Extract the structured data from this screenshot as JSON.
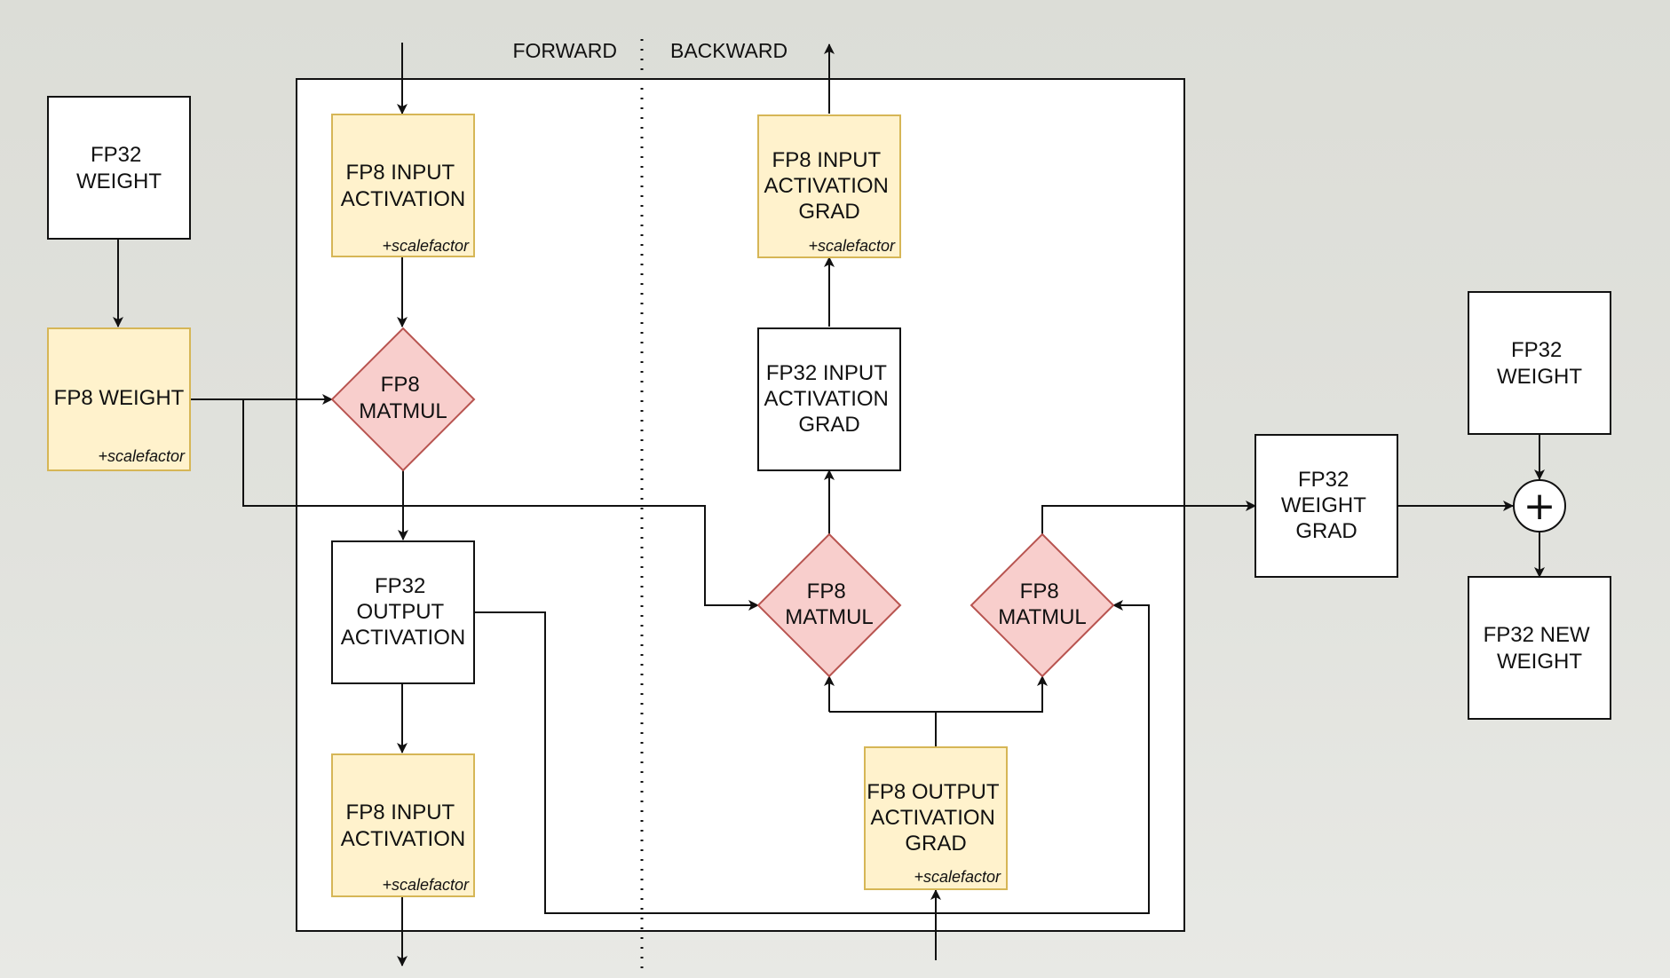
{
  "header": {
    "forward": "FORWARD",
    "backward": "BACKWARD"
  },
  "scale_note": "+scalefactor",
  "plus_symbol": "+",
  "colors": {
    "fp8_fill": "#fff2cc",
    "fp8_stroke": "#d6b656",
    "matmul_fill": "#f8cecc",
    "matmul_stroke": "#b85450",
    "plain_fill": "#ffffff",
    "stroke": "#111111"
  },
  "nodes": {
    "fp32_weight_left": {
      "lines": [
        "FP32",
        "WEIGHT"
      ]
    },
    "fp8_weight": {
      "lines": [
        "FP8 WEIGHT"
      ],
      "scalefactor": "+scalefactor"
    },
    "fp8_input_activation_top": {
      "lines": [
        "FP8 INPUT",
        "ACTIVATION"
      ],
      "scalefactor": "+scalefactor"
    },
    "fp8_matmul_forward": {
      "lines": [
        "FP8",
        "MATMUL"
      ]
    },
    "fp32_output_activation": {
      "lines": [
        "FP32",
        "OUTPUT",
        "ACTIVATION"
      ]
    },
    "fp8_input_activation_bottom": {
      "lines": [
        "FP8 INPUT",
        "ACTIVATION"
      ],
      "scalefactor": "+scalefactor"
    },
    "fp8_input_activation_grad": {
      "lines": [
        "FP8 INPUT",
        "ACTIVATION",
        "GRAD"
      ],
      "scalefactor": "+scalefactor"
    },
    "fp32_input_activation_grad": {
      "lines": [
        "FP32 INPUT",
        "ACTIVATION",
        "GRAD"
      ]
    },
    "fp8_matmul_backward_left": {
      "lines": [
        "FP8",
        "MATMUL"
      ]
    },
    "fp8_matmul_backward_right": {
      "lines": [
        "FP8",
        "MATMUL"
      ]
    },
    "fp8_output_activation_grad": {
      "lines": [
        "FP8 OUTPUT",
        "ACTIVATION",
        "GRAD"
      ],
      "scalefactor": "+scalefactor"
    },
    "fp32_weight_grad": {
      "lines": [
        "FP32",
        "WEIGHT",
        "GRAD"
      ]
    },
    "fp32_weight_right": {
      "lines": [
        "FP32",
        "WEIGHT"
      ]
    },
    "fp32_new_weight": {
      "lines": [
        "FP32 NEW",
        "WEIGHT"
      ]
    }
  }
}
